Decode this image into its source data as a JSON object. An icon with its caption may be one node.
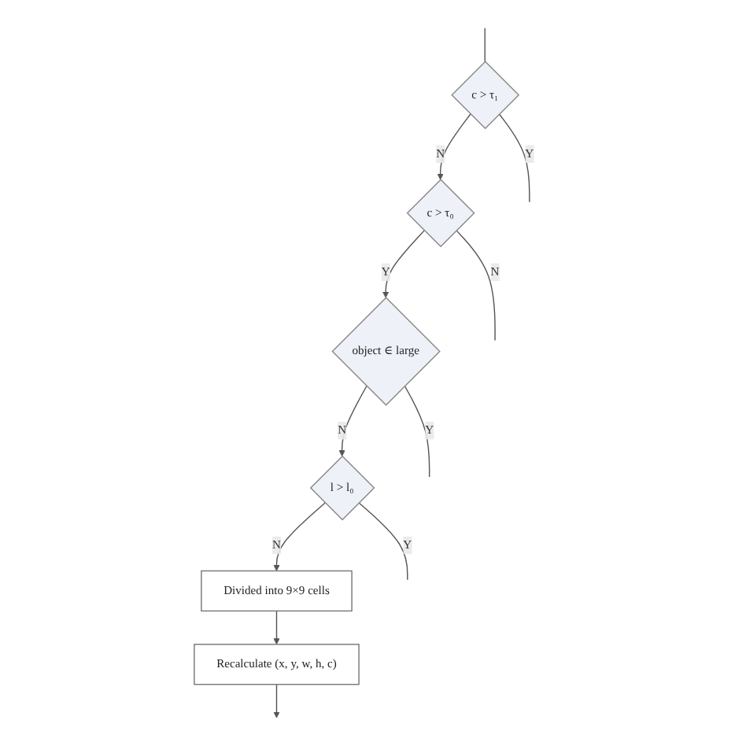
{
  "diagram": {
    "nodes": [
      {
        "text": [
          "c > τ₁"
        ]
      },
      {
        "text": [
          "c > τ₀"
        ]
      },
      {
        "text": [
          "object ∈ large"
        ]
      },
      {
        "text": [
          "l > l₀"
        ]
      },
      {
        "text": [
          "Divided into 9×9 cells"
        ]
      },
      {
        "text": [
          "Recalculate (x, y, w, h, c)"
        ]
      }
    ],
    "edges": [
      {
        "from": null,
        "to": 0,
        "arrow": "none"
      },
      {
        "from": 0,
        "to": null,
        "arrow": "none",
        "label": "Y"
      },
      {
        "from": 0,
        "to": 1,
        "arrow": "to",
        "label": "N"
      },
      {
        "from": 1,
        "to": 2,
        "arrow": "to",
        "label": "Y"
      },
      {
        "from": 1,
        "to": null,
        "arrow": "none",
        "label": "N"
      },
      {
        "from": 2,
        "to": null,
        "arrow": "none",
        "label": "Y"
      },
      {
        "from": 2,
        "to": 3,
        "arrow": "to",
        "label": "N"
      },
      {
        "from": 3,
        "to": 4,
        "arrow": "to",
        "label": "N"
      },
      {
        "from": 3,
        "to": null,
        "arrow": "none",
        "label": "Y"
      },
      {
        "from": 4,
        "to": 5,
        "arrow": "to"
      },
      {
        "from": 5,
        "to": null,
        "arrow": "to"
      }
    ]
  }
}
